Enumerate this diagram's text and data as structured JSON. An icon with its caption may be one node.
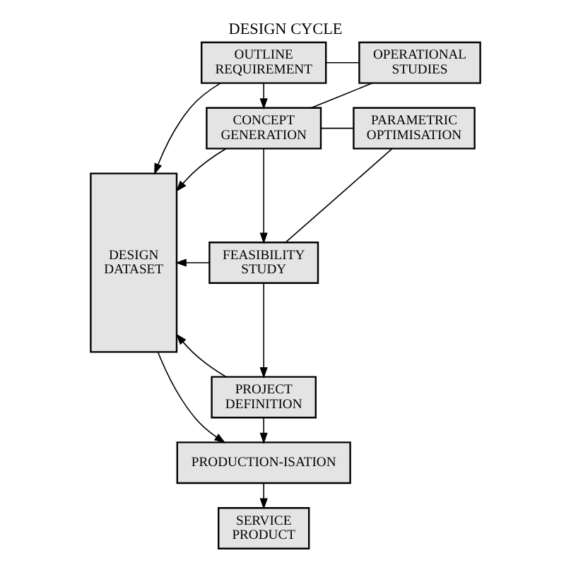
{
  "diagram": {
    "title": "DESIGN CYCLE",
    "nodes": [
      {
        "text": [
          "OUTLINE REQUIREMENT"
        ]
      },
      {
        "text": [
          "OPERATIONAL STUDIES"
        ]
      },
      {
        "text": [
          "DESIGN DATASET"
        ]
      },
      {
        "text": [
          "CONCEPT GENERATION"
        ]
      },
      {
        "text": [
          "PARAMETRIC OPTIMISATION"
        ]
      },
      {
        "text": [
          "FEASIBILITY STUDY"
        ]
      },
      {
        "text": [
          "PROJECT DEFINITION"
        ]
      },
      {
        "text": [
          "PRODUCTION-ISATION"
        ]
      },
      {
        "text": [
          "SERVICE PRODUCT"
        ]
      }
    ],
    "edges": [
      {
        "from": 0,
        "to": 3,
        "arrow": "to"
      },
      {
        "from": 3,
        "to": 5,
        "arrow": "to"
      },
      {
        "from": 5,
        "to": 6,
        "arrow": "to"
      },
      {
        "from": 6,
        "to": 7,
        "arrow": "to"
      },
      {
        "from": 7,
        "to": 8,
        "arrow": "to"
      },
      {
        "from": 0,
        "to": 2,
        "arrow": "to"
      },
      {
        "from": 3,
        "to": 2,
        "arrow": "to"
      },
      {
        "from": 5,
        "to": 2,
        "arrow": "to"
      },
      {
        "from": 6,
        "to": 2,
        "arrow": "to"
      },
      {
        "from": 2,
        "to": 7,
        "arrow": "to"
      },
      {
        "from": 0,
        "to": 1,
        "arrow": "none"
      },
      {
        "from": 3,
        "to": 1,
        "arrow": "none"
      },
      {
        "from": 3,
        "to": 4,
        "arrow": "none"
      },
      {
        "from": 5,
        "to": 4,
        "arrow": "none"
      }
    ]
  }
}
